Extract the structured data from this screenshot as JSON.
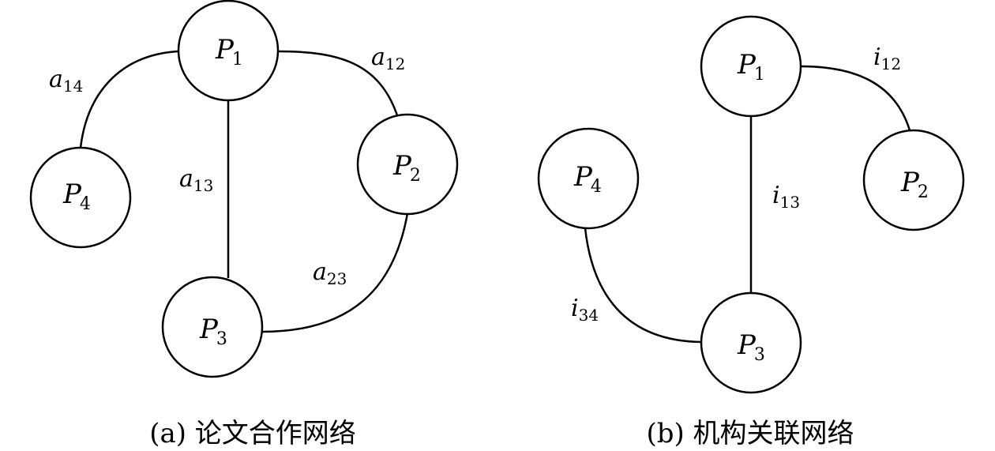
{
  "diagram_a": {
    "nodes": {
      "p1": {
        "main": "P",
        "sub": "1"
      },
      "p2": {
        "main": "P",
        "sub": "2"
      },
      "p3": {
        "main": "P",
        "sub": "3"
      },
      "p4": {
        "main": "P",
        "sub": "4"
      }
    },
    "edges": {
      "e12": {
        "main": "a",
        "sub": "12"
      },
      "e14": {
        "main": "a",
        "sub": "14"
      },
      "e13": {
        "main": "a",
        "sub": "13"
      },
      "e23": {
        "main": "a",
        "sub": "23"
      }
    },
    "caption": "(a) 论文合作网络"
  },
  "diagram_b": {
    "nodes": {
      "p1": {
        "main": "P",
        "sub": "1"
      },
      "p2": {
        "main": "P",
        "sub": "2"
      },
      "p3": {
        "main": "P",
        "sub": "3"
      },
      "p4": {
        "main": "P",
        "sub": "4"
      }
    },
    "edges": {
      "e12": {
        "main": "i",
        "sub": "12"
      },
      "e13": {
        "main": "i",
        "sub": "13"
      },
      "e34": {
        "main": "i",
        "sub": "34"
      }
    },
    "caption": "(b) 机构关联网络"
  }
}
